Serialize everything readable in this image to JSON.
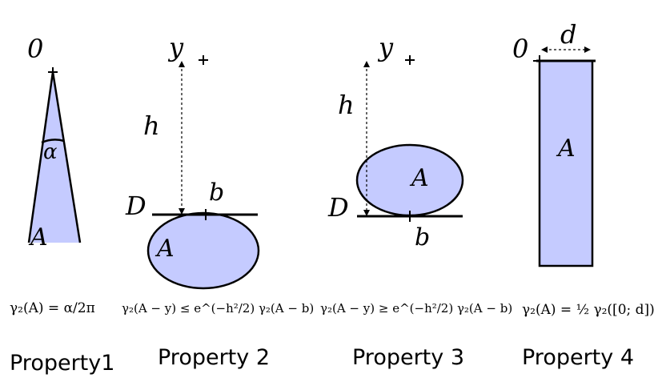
{
  "colors": {
    "fill": "#c5cbff",
    "stroke": "#000000",
    "background": "#ffffff"
  },
  "panels": [
    {
      "caption": "Property1",
      "labels": {
        "origin": "0",
        "angle": "α",
        "set": "A"
      },
      "formula": "γ₂(A) = α/2π"
    },
    {
      "caption": "Property 2",
      "labels": {
        "point": "y",
        "height": "h",
        "line": "D",
        "tangent_point": "b",
        "set": "A"
      },
      "formula": "γ₂(A − y) ≤ e^(−h²/2) γ₂(A − b)"
    },
    {
      "caption": "Property 3",
      "labels": {
        "point": "y",
        "height": "h",
        "line": "D",
        "tangent_point": "b",
        "set": "A"
      },
      "formula": "γ₂(A − y) ≥ e^(−h²/2) γ₂(A − b)"
    },
    {
      "caption": "Property 4",
      "labels": {
        "origin": "0",
        "width": "d",
        "set": "A"
      },
      "formula": "γ₂(A) = ½ γ₂([0; d])"
    }
  ]
}
